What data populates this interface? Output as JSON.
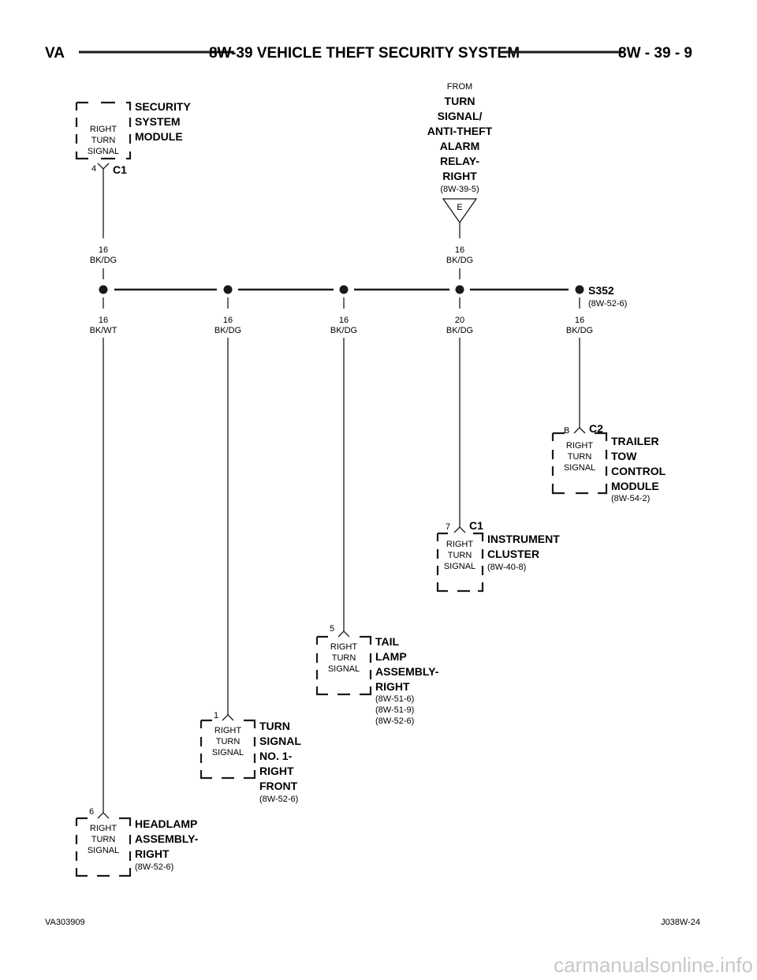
{
  "header": {
    "left": "VA",
    "title": "8W-39 VEHICLE THEFT SECURITY SYSTEM",
    "right": "8W - 39 - 9"
  },
  "footer": {
    "left": "VA303909",
    "right": "J038W-24"
  },
  "watermark": "carmanualsonline.info",
  "signal": [
    "RIGHT",
    "TURN",
    "SIGNAL"
  ],
  "source": {
    "from": "FROM",
    "lines": [
      "TURN",
      "SIGNAL/",
      "ANTI-THEFT",
      "ALARM",
      "RELAY-",
      "RIGHT"
    ],
    "ref": "(8W-39-5)",
    "connector": "E"
  },
  "splice": {
    "name": "S352",
    "ref": "(8W-52-6)"
  },
  "wires": {
    "top_left": {
      "gauge": "16",
      "color": "BK/DG"
    },
    "top_right": {
      "gauge": "16",
      "color": "BK/DG"
    },
    "drops": [
      {
        "gauge": "16",
        "color": "BK/WT"
      },
      {
        "gauge": "16",
        "color": "BK/DG"
      },
      {
        "gauge": "16",
        "color": "BK/DG"
      },
      {
        "gauge": "20",
        "color": "BK/DG"
      },
      {
        "gauge": "16",
        "color": "BK/DG"
      }
    ]
  },
  "components": {
    "security": {
      "pin": "4",
      "connector": "C1",
      "name": [
        "SECURITY",
        "SYSTEM",
        "MODULE"
      ],
      "refs": []
    },
    "trailer": {
      "pin": "B",
      "connector": "C2",
      "name": [
        "TRAILER",
        "TOW",
        "CONTROL",
        "MODULE"
      ],
      "refs": [
        "(8W-54-2)"
      ]
    },
    "cluster": {
      "pin": "7",
      "connector": "C1",
      "name": [
        "INSTRUMENT",
        "CLUSTER"
      ],
      "refs": [
        "(8W-40-8)"
      ]
    },
    "tail": {
      "pin": "5",
      "connector": "",
      "name": [
        "TAIL",
        "LAMP",
        "ASSEMBLY-",
        "RIGHT"
      ],
      "refs": [
        "(8W-51-6)",
        "(8W-51-9)",
        "(8W-52-6)"
      ]
    },
    "turn": {
      "pin": "1",
      "connector": "",
      "name": [
        "TURN",
        "SIGNAL",
        "NO. 1-",
        "RIGHT",
        "FRONT"
      ],
      "refs": [
        "(8W-52-6)"
      ]
    },
    "headlamp": {
      "pin": "6",
      "connector": "",
      "name": [
        "HEADLAMP",
        "ASSEMBLY-",
        "RIGHT"
      ],
      "refs": [
        "(8W-52-6)"
      ]
    }
  }
}
